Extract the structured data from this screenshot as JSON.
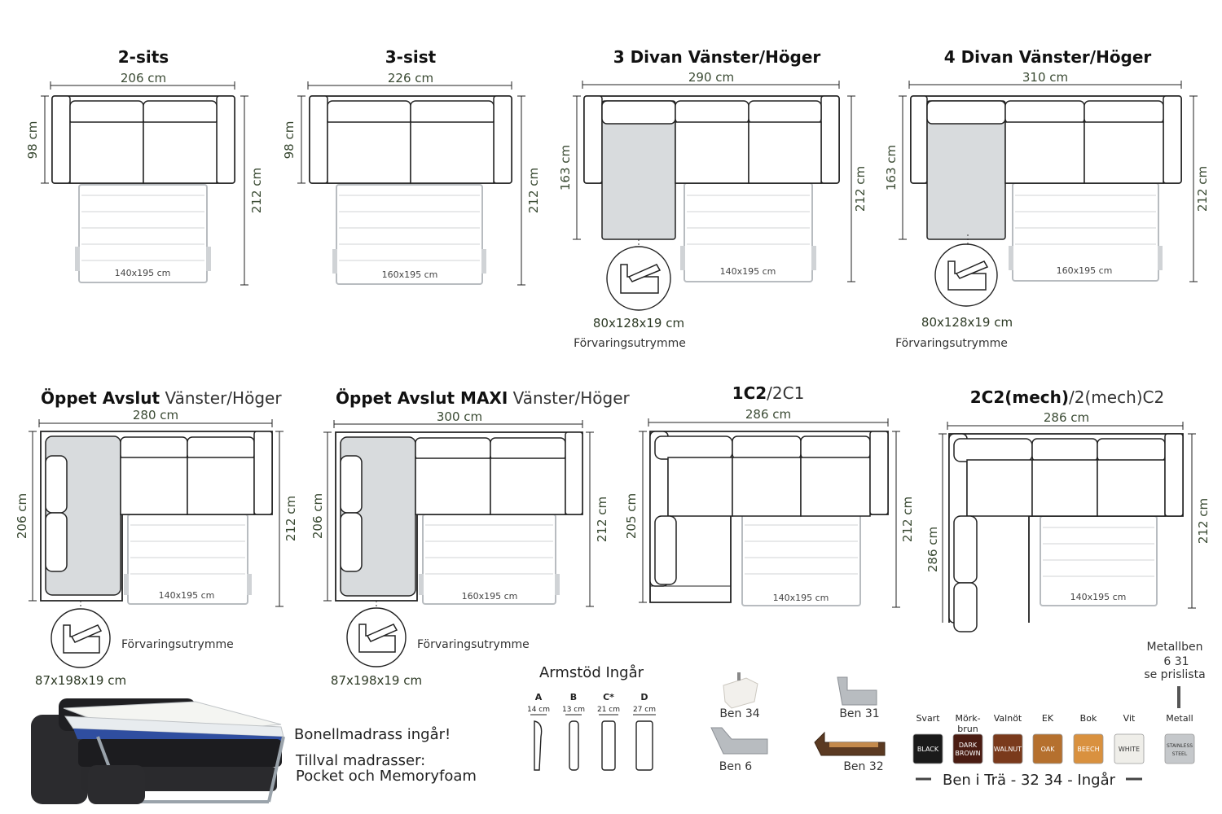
{
  "top_row": [
    {
      "title": "2-sits",
      "width": "206 cm",
      "depth": "98 cm",
      "height_open": "212 cm",
      "bed": "140x195 cm"
    },
    {
      "title": "3-sist",
      "width": "226 cm",
      "depth": "98 cm",
      "height_open": "212 cm",
      "bed": "160x195 cm"
    },
    {
      "title": "3 Divan Vänster/Höger",
      "width": "290 cm",
      "depth": "163 cm",
      "height_open": "212 cm",
      "bed": "140x195 cm",
      "storage_size": "80x128x19 cm",
      "storage_label": "Förvaringsutrymme"
    },
    {
      "title": "4 Divan Vänster/Höger",
      "width": "310 cm",
      "depth": "163 cm",
      "height_open": "212 cm",
      "bed": "160x195 cm",
      "storage_size": "80x128x19 cm",
      "storage_label": "Förvaringsutrymme"
    }
  ],
  "bottom_row": [
    {
      "title_bold": "Öppet Avslut",
      "title_light": " Vänster/Höger",
      "width": "280 cm",
      "depth": "206 cm",
      "height_open": "212 cm",
      "bed": "140x195 cm",
      "storage_size": "87x198x19 cm",
      "storage_label": "Förvaringsutrymme"
    },
    {
      "title_bold": "Öppet Avslut MAXI",
      "title_light": " Vänster/Höger",
      "width": "300 cm",
      "depth": "206 cm",
      "height_open": "212 cm",
      "bed": "160x195 cm",
      "storage_size": "87x198x19 cm",
      "storage_label": "Förvaringsutrymme"
    },
    {
      "title_bold": "1C2",
      "title_light": "/2C1",
      "width": "286 cm",
      "depth": "205 cm",
      "height_open": "212 cm",
      "bed": "140x195 cm"
    },
    {
      "title_bold": "2C2(mech)",
      "title_light": "/2(mech)C2",
      "width": "286 cm",
      "depth": "286 cm",
      "height_open": "212 cm",
      "bed": "140x195 cm"
    }
  ],
  "mattress": {
    "line1": "Bonellmadrass ingår!",
    "line2": "Tillval madrasser:",
    "line3": "Pocket och Memoryfoam"
  },
  "armrests": {
    "title": "Armstöd Ingår",
    "items": [
      {
        "letter": "A",
        "size": "14 cm"
      },
      {
        "letter": "B",
        "size": "13 cm"
      },
      {
        "letter": "C*",
        "size": "21 cm"
      },
      {
        "letter": "D",
        "size": "27 cm"
      }
    ]
  },
  "legs": [
    {
      "label": "Ben 34"
    },
    {
      "label": "Ben 31"
    },
    {
      "label": "Ben 6"
    },
    {
      "label": "Ben 32"
    }
  ],
  "metal_legs": {
    "line1": "Metallben",
    "line2": "6  31",
    "line3": "se prislista"
  },
  "wood_colors": [
    {
      "name": "Svart",
      "name2": "",
      "swatch": "BLACK",
      "swatch2": "",
      "color": "#1a1a1a"
    },
    {
      "name": "Mörk-",
      "name2": "brun",
      "swatch": "DARK",
      "swatch2": "BROWN",
      "color": "#4a1c12"
    },
    {
      "name": "Valnöt",
      "name2": "",
      "swatch": "WALNUT",
      "swatch2": "",
      "color": "#7a3a1c"
    },
    {
      "name": "EK",
      "name2": "",
      "swatch": "OAK",
      "swatch2": "",
      "color": "#b5702e"
    },
    {
      "name": "Bok",
      "name2": "",
      "swatch": "BEECH",
      "swatch2": "",
      "color": "#d9913f"
    },
    {
      "name": "Vit",
      "name2": "",
      "swatch": "WHITE",
      "swatch2": "",
      "color": "#efeee9"
    },
    {
      "name": "Metall",
      "name2": "",
      "swatch": "STAINLESS",
      "swatch2": "STEEL",
      "color": "#c5c8cb"
    }
  ],
  "wood_footer": "Ben i Trä - 32 34 - Ingår"
}
